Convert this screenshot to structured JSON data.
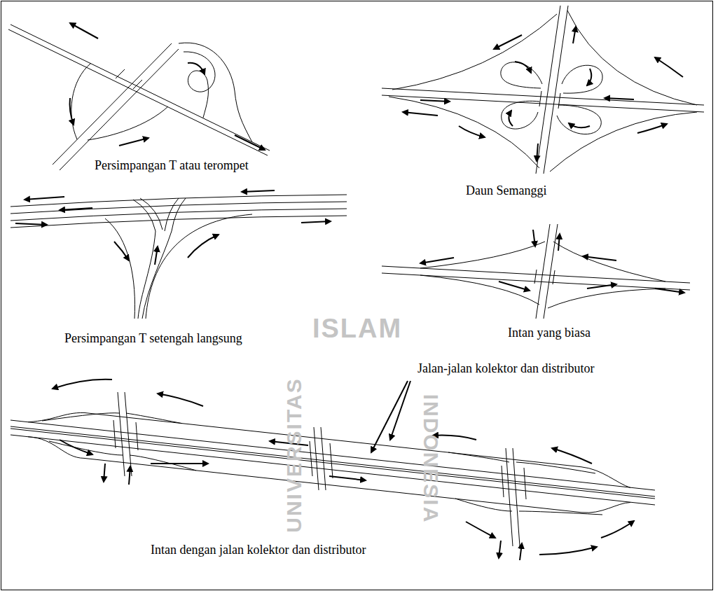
{
  "diagram": {
    "labels": [
      "Persimpangan T atau terompet",
      "Daun Semanggi",
      "Persimpangan T setengah langsung",
      "Intan yang biasa",
      "Jalan-jalan kolektor dan distributor",
      "Intan dengan jalan kolektor dan distributor",
      "ISLAM",
      "UNIVERSITAS",
      "INDONESIA"
    ]
  }
}
